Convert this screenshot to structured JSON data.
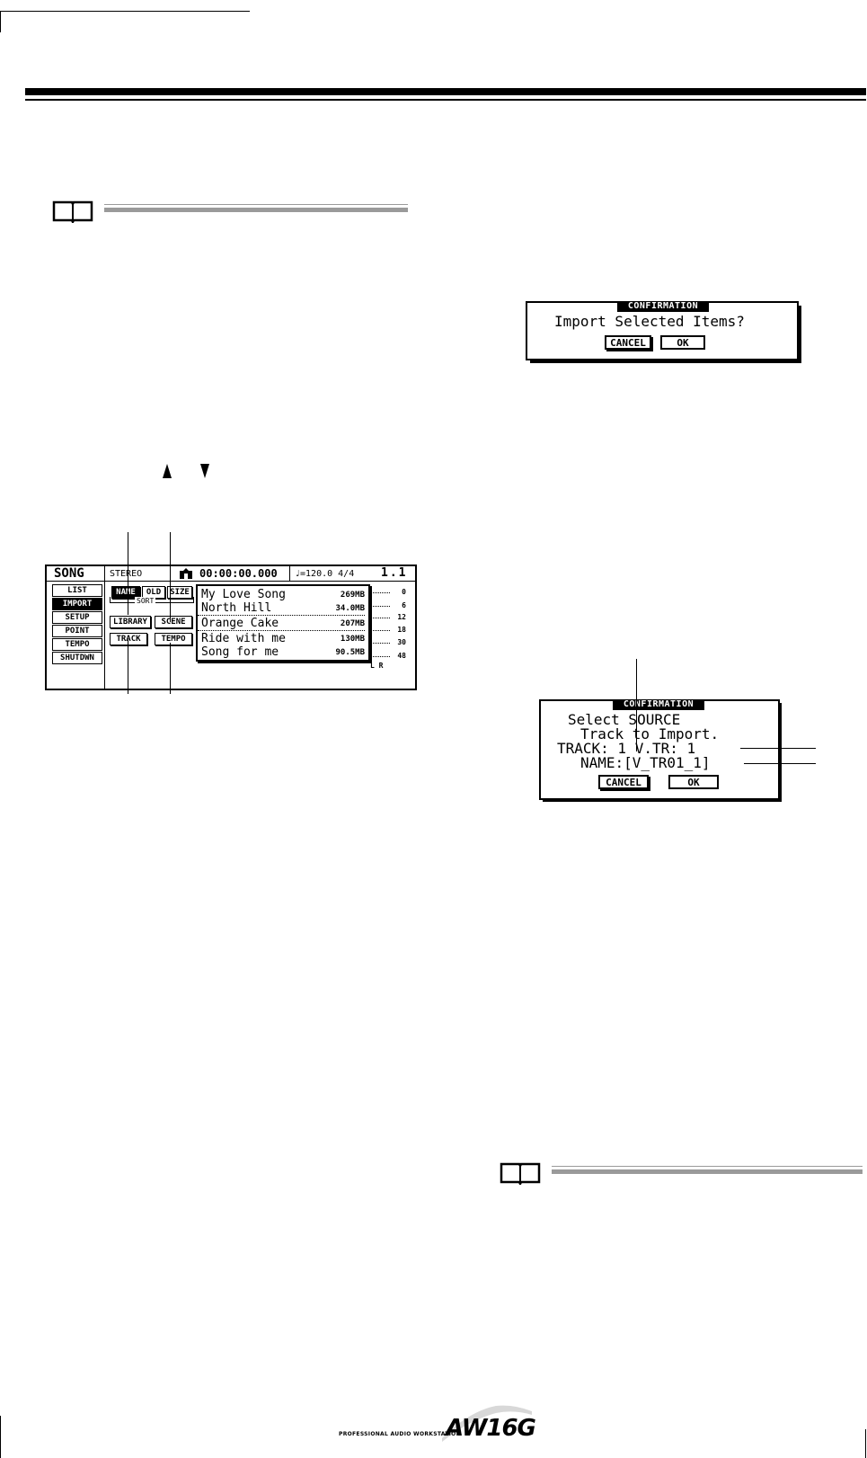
{
  "song_screen": {
    "title": "SONG",
    "mode": "STEREO",
    "time": "00:00:00.000",
    "tempo": "♩=120.0 4/4",
    "bar": "1.1",
    "tabs": [
      "LIST",
      "IMPORT",
      "SETUP",
      "POINT",
      "TEMPO",
      "SHUTDWN"
    ],
    "active_tab": 1,
    "sort_buttons": [
      "NAME",
      "OLD",
      "SIZE"
    ],
    "sort_label": "SORT",
    "item_buttons": [
      "LIBRARY",
      "SCENE",
      "TRACK",
      "TEMPO"
    ],
    "songs": [
      {
        "name": "My Love Song",
        "size": "269MB"
      },
      {
        "name": "North Hill",
        "size": "34.0MB"
      },
      {
        "name": "Orange Cake",
        "size": "207MB"
      },
      {
        "name": "Ride with me",
        "size": "130MB"
      },
      {
        "name": "Song for me",
        "size": "90.5MB"
      }
    ],
    "meter_scale": [
      "0",
      "6",
      "12",
      "18",
      "30",
      "48"
    ],
    "meter_lr": "L R"
  },
  "confirm_import": {
    "title": "CONFIRMATION",
    "message": "Import Selected Items?",
    "cancel_label": "CANCEL",
    "ok_label": "OK"
  },
  "confirm_track": {
    "title": "CONFIRMATION",
    "line1": "Select SOURCE",
    "line2": "Track to Import.",
    "track_line": "TRACK: 1 V.TR: 1",
    "name_line": "NAME:[V_TR01_1]",
    "cancel_label": "CANCEL",
    "ok_label": "OK"
  },
  "footer": {
    "subtitle": "PROFESSIONAL AUDIO WORKSTATION",
    "logo": "AW16G"
  }
}
